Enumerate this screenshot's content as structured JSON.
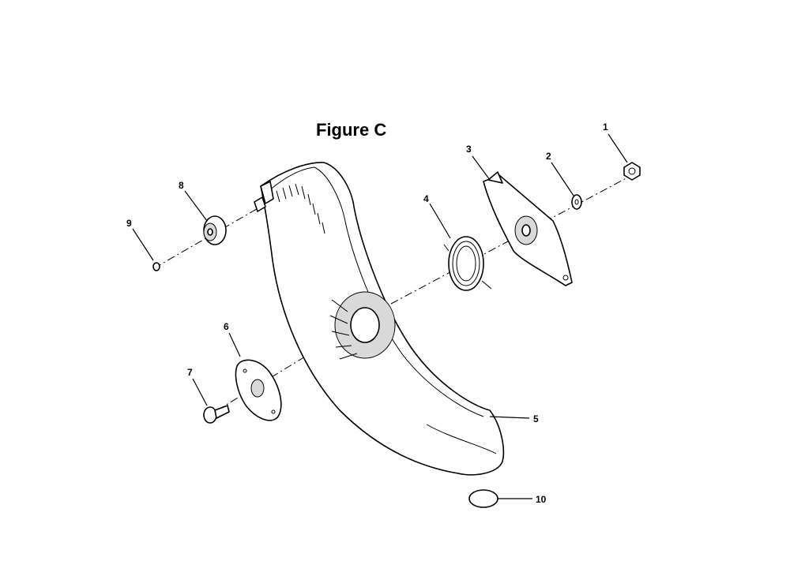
{
  "figure": {
    "title": "Figure   C"
  },
  "callouts": [
    {
      "id": "callout-1",
      "label": "1"
    },
    {
      "id": "callout-2",
      "label": "2"
    },
    {
      "id": "callout-3",
      "label": "3"
    },
    {
      "id": "callout-4",
      "label": "4"
    },
    {
      "id": "callout-5",
      "label": "5"
    },
    {
      "id": "callout-6",
      "label": "6"
    },
    {
      "id": "callout-7",
      "label": "7"
    },
    {
      "id": "callout-8",
      "label": "8"
    },
    {
      "id": "callout-9",
      "label": "9"
    },
    {
      "id": "callout-10",
      "label": "10"
    }
  ]
}
